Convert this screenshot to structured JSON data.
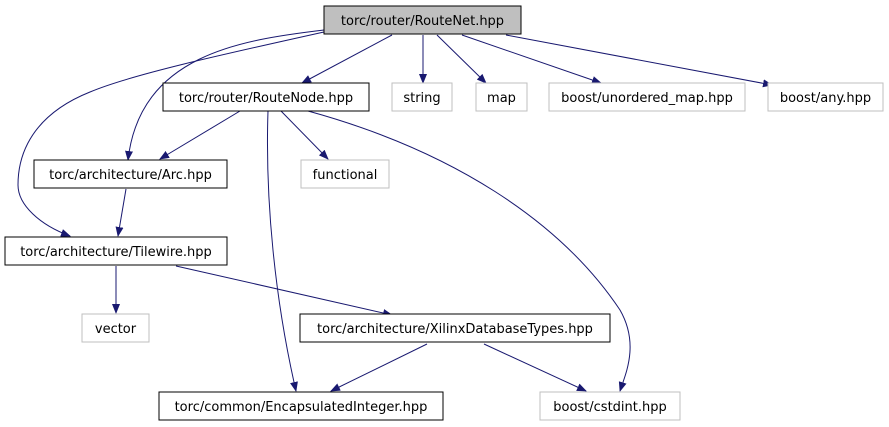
{
  "diagram": {
    "nodes": [
      {
        "id": "routenet",
        "label": "torc/router/RouteNet.hpp",
        "style": "root"
      },
      {
        "id": "routenode",
        "label": "torc/router/RouteNode.hpp",
        "style": "documented"
      },
      {
        "id": "string",
        "label": "string",
        "style": "external"
      },
      {
        "id": "map",
        "label": "map",
        "style": "external"
      },
      {
        "id": "unordered_map",
        "label": "boost/unordered_map.hpp",
        "style": "external"
      },
      {
        "id": "any",
        "label": "boost/any.hpp",
        "style": "external"
      },
      {
        "id": "arc",
        "label": "torc/architecture/Arc.hpp",
        "style": "documented"
      },
      {
        "id": "functional",
        "label": "functional",
        "style": "external"
      },
      {
        "id": "tilewire",
        "label": "torc/architecture/Tilewire.hpp",
        "style": "documented"
      },
      {
        "id": "vector",
        "label": "vector",
        "style": "external"
      },
      {
        "id": "xilinxdbtypes",
        "label": "torc/architecture/XilinxDatabaseTypes.hpp",
        "style": "documented"
      },
      {
        "id": "encapsulatedinteger",
        "label": "torc/common/EncapsulatedInteger.hpp",
        "style": "documented"
      },
      {
        "id": "cstdint",
        "label": "boost/cstdint.hpp",
        "style": "external"
      }
    ],
    "edges": [
      {
        "from": "routenet",
        "to": "routenode"
      },
      {
        "from": "routenet",
        "to": "string"
      },
      {
        "from": "routenet",
        "to": "map"
      },
      {
        "from": "routenet",
        "to": "unordered_map"
      },
      {
        "from": "routenet",
        "to": "any"
      },
      {
        "from": "routenet",
        "to": "arc"
      },
      {
        "from": "routenet",
        "to": "tilewire"
      },
      {
        "from": "routenode",
        "to": "arc"
      },
      {
        "from": "routenode",
        "to": "functional"
      },
      {
        "from": "routenode",
        "to": "encapsulatedinteger"
      },
      {
        "from": "routenode",
        "to": "cstdint"
      },
      {
        "from": "arc",
        "to": "tilewire"
      },
      {
        "from": "tilewire",
        "to": "vector"
      },
      {
        "from": "tilewire",
        "to": "xilinxdbtypes"
      },
      {
        "from": "xilinxdbtypes",
        "to": "encapsulatedinteger"
      },
      {
        "from": "xilinxdbtypes",
        "to": "cstdint"
      }
    ],
    "colors": {
      "edge": "#191970",
      "root_fill": "#bfbfbf",
      "documented_border": "#000000",
      "external_border": "#bfbfbf",
      "node_fill": "#ffffff"
    }
  }
}
